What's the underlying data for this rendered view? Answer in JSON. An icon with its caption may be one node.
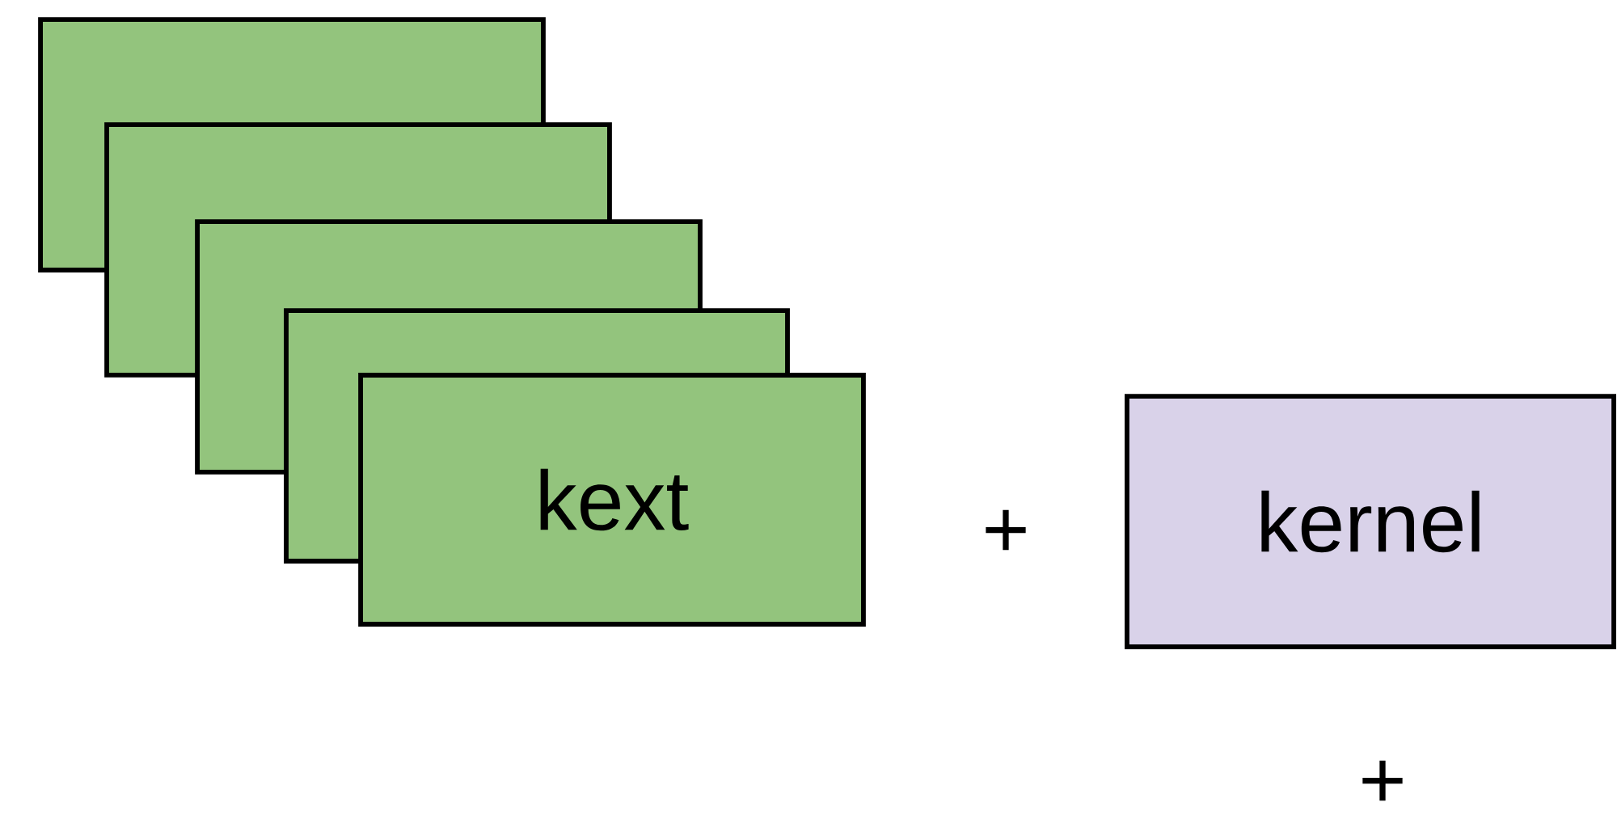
{
  "diagram": {
    "nodes": [
      {
        "text": [],
        "shape": "box"
      },
      {
        "text": [],
        "shape": "box"
      },
      {
        "text": [],
        "shape": "box"
      },
      {
        "text": [],
        "shape": "box"
      },
      {
        "text": [
          "kext"
        ]
      },
      {
        "text": [
          "kernel"
        ]
      }
    ],
    "labels": [
      "+",
      "+"
    ]
  }
}
